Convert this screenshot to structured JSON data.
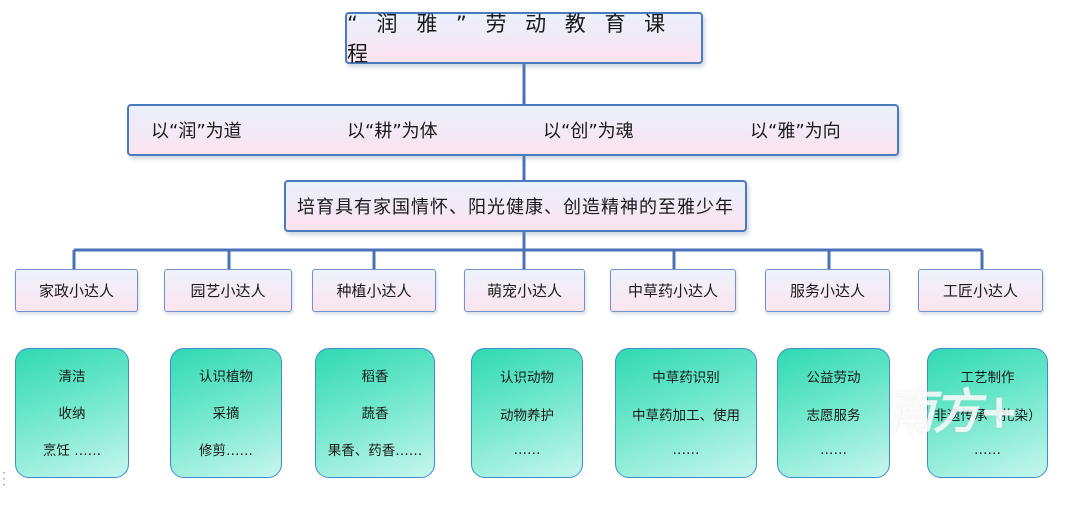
{
  "title": "“ 润 雅 ” 劳 动 教 育 课 程",
  "principles": [
    "以“润”为道",
    "以“耕”为体",
    "以“创”为魂",
    "以“雅”为向"
  ],
  "goal": "培育具有家国情怀、阳光健康、创造精神的至雅少年",
  "categories": [
    {
      "name": "家政小达人",
      "items": [
        "清洁",
        "收纳",
        "烹饪 ……"
      ]
    },
    {
      "name": "园艺小达人",
      "items": [
        "认识植物",
        "采摘",
        "修剪……"
      ]
    },
    {
      "name": "种植小达人",
      "items": [
        "稻香",
        "蔬香",
        "果香、药香……"
      ]
    },
    {
      "name": "萌宠小达人",
      "items": [
        "认识动物",
        "动物养护",
        "……"
      ]
    },
    {
      "name": "中草药小达人",
      "items": [
        "中草药识别",
        "中草药加工、使用",
        "……"
      ]
    },
    {
      "name": "服务小达人",
      "items": [
        "公益劳动",
        "志愿服务",
        "……"
      ]
    },
    {
      "name": "工匠小达人",
      "items": [
        "工艺制作",
        "非遗传承（扎染）",
        "……"
      ]
    }
  ],
  "watermark": "南方+",
  "colors": {
    "connector": "#4a72b8",
    "card_fill": "#4fe0c0",
    "box_border": "#4a7bbf"
  }
}
